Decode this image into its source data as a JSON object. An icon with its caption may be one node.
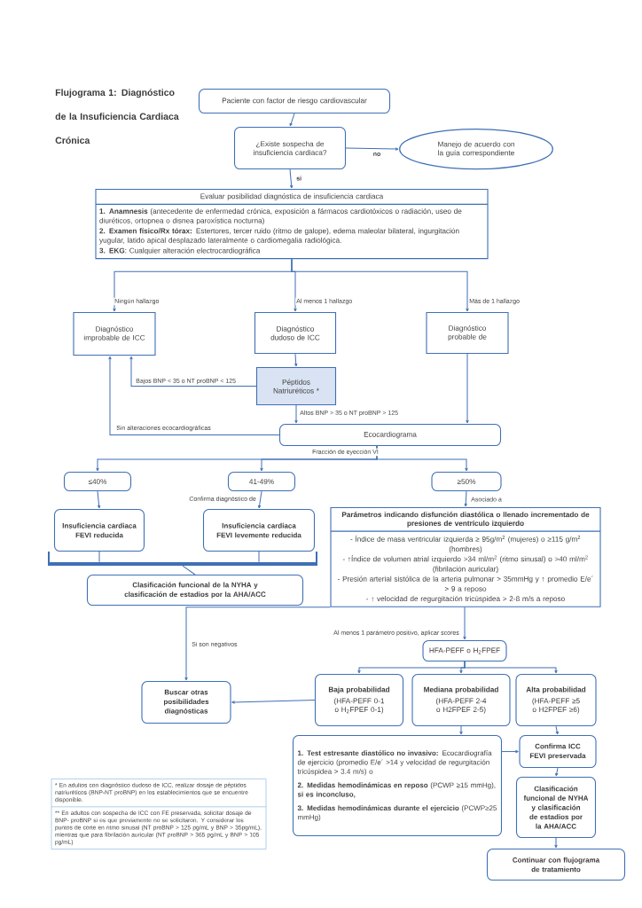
{
  "diagram": {
    "title": "Flujograma 1: Diagnóstico de la Insuficiencia Cardiaca Crónica",
    "nodes": [
      {
        "text": [
          "Paciente con factor de riesgo cardiovascular"
        ]
      },
      {
        "text": [
          "¿Existe sospecha de insuficiencia cardiaca?"
        ]
      },
      {
        "text": [
          "Manejo de acuerdo con la guía correspondiente"
        ]
      },
      {
        "text": [
          "Evaluar posibilidad diagnóstica de insuficiencia cardiaca",
          "**1.  Anamnesis** (antecedente de enfermedad crónica, exposición a fármacos cardiotóxicos o radiación, useo de diuréticos, ortopnea o disnea paroxística nocturna)",
          "**2. Examen físico/Rx tórax:** Estertores, tercer ruido (ritmo de galope), edema maleolar bilateral, ingurgitación yugular, latido apical desplazado lateralmente o cardiomegalia radiológica.",
          "**3. EKG**: Cualquier alteración electrocardiográfica"
        ]
      },
      {
        "text": [
          "Diagnóstico improbable de ICC"
        ]
      },
      {
        "text": [
          "Diagnóstico dudoso de ICC"
        ]
      },
      {
        "text": [
          "Diagnóstico probable de"
        ]
      },
      {
        "text": [
          "Péptidos Natriuréticos *"
        ]
      },
      {
        "text": [
          "Ecocardiograma"
        ]
      },
      {
        "text": [
          "≤40%"
        ]
      },
      {
        "text": [
          "41-49%"
        ]
      },
      {
        "text": [
          "≥50%"
        ]
      },
      {
        "text": [
          "Insuficiencia cardiaca FEVI reducida"
        ]
      },
      {
        "text": [
          "Insuficiencia cardiaca FEVI levemente reducida"
        ]
      },
      {
        "text": [
          "Clasificación funcional de la NYHA y clasificación de estadios por la AHA/ACC"
        ]
      },
      {
        "text": [
          "Parámetros indicando disfunción diastólica o llenado incrementado de presiones de ventrículo izquierdo",
          "- Índice de masa ventricular izquierda ≥ 95g/m$^{2}$ (mujeres) o ≥115 g/m$^{2}$ (hombres)",
          "- ↑Índice de volumen atrial izquierdo >34 ml/m$^{2}$ (ritmo sinusal) o >40 ml/m$^{2}$ (fibrilación auricular)",
          "- Presión arterial sistólica de la arteria pulmonar > 35mmHg y ↑ promedio E/e´ > 9 a reposo",
          "- ↑ velocidad de regurgitación tricúspidea > 2-8 m/s a reposo"
        ]
      },
      {
        "text": [
          "HFA-PEFF o H$_{2}$FPEF"
        ]
      },
      {
        "text": [
          "Buscar otras posibilidades diagnósticas"
        ]
      },
      {
        "text": [
          "Baja probabilidad",
          "(HFA-PEFF 0-1 o H$_{2}$FPEF 0-1)"
        ]
      },
      {
        "text": [
          "Mediana probabilidad",
          "(HFA-PEFF 2-4 o H2FPEF 2-5)"
        ]
      },
      {
        "text": [
          "Alta probabilidad",
          "(HFA-PEFF ≥5 o H2FPEF ≥6)"
        ]
      },
      {
        "text": [
          "**1. Test estresante diastólico no invasivo:** Ecocardiografía de ejercicio (promedio E/e´ >14 y velocidad de regurgitación tricúspidea > 3.4 m/s) o",
          "**2. Medidas hemodinámicas en reposo** (PCWP ≥15 mmHg), **si es inconcluso,**",
          "**3. Medidas hemodinámicas durante el ejercicio** (PCWP≥25 mmHg)"
        ]
      },
      {
        "text": [
          "Confirma ICC FEVI preservada"
        ]
      },
      {
        "text": [
          "Clasificación funcional de NYHA y clasificación de estadios por la AHA/ACC"
        ]
      },
      {
        "text": [
          "Continuar con flujograma de tratamiento"
        ]
      },
      {
        "text": [
          "* En adultos con diagnóstico dudoso de ICC, realizar dosaje de péptidos natriuréticos (BNP-NT proBNP) en los establecimientos que se encuentre disponible.",
          "** En adultos con sospecha de ICC con FE preservada, solicitar dosaje de BNP- proBNP si es que previamente no se solicitaron. Y considerar los puntos de corte en ritmo sinusal (NT proBNP > 125 pg/mL y BNP > 35pg/mL), mientras que para fibrilación auricular (NT proBNP > 365 pg/mL y BNP > 105 pg/mL)"
        ]
      },
      {
        "text": [],
        "shape": "bar"
      }
    ],
    "edges": [
      {
        "from": 0,
        "to": 1,
        "arrow": "to"
      },
      {
        "from": 1,
        "to": 2,
        "arrow": "to",
        "label": "no"
      },
      {
        "from": 1,
        "to": 3,
        "arrow": "to",
        "label": "si"
      },
      {
        "from": 3,
        "to": 4,
        "arrow": "to",
        "label": "Ningún hallazgo"
      },
      {
        "from": 3,
        "to": 5,
        "arrow": "to",
        "label": "Al menos 1 hallazgo"
      },
      {
        "from": 3,
        "to": 6,
        "arrow": "to",
        "label": "Más de 1 hallazgo"
      },
      {
        "from": 5,
        "to": 7,
        "arrow": "to"
      },
      {
        "from": 7,
        "to": 4,
        "arrow": "to",
        "label": "Bajos BNP < 35 o NT proBNP < 125"
      },
      {
        "from": 7,
        "to": 8,
        "arrow": "to",
        "label": "Altos BNP > 35 o NT proBNP > 125"
      },
      {
        "from": 6,
        "to": 8,
        "arrow": "to"
      },
      {
        "from": 8,
        "to": 4,
        "arrow": "to",
        "label": "Sin alteraciones ecocardiográficas"
      },
      {
        "from": 8,
        "to": 9,
        "arrow": "to",
        "label": "Fracción de eyección VI"
      },
      {
        "from": 8,
        "to": 10,
        "arrow": "to"
      },
      {
        "from": 8,
        "to": 11,
        "arrow": "to"
      },
      {
        "from": 9,
        "to": 12,
        "arrow": "to"
      },
      {
        "from": 10,
        "to": 13,
        "arrow": "to",
        "label": "Confirma diagnóstico de"
      },
      {
        "from": 11,
        "to": 15,
        "arrow": "to",
        "label": "Asociado a"
      },
      {
        "from": 12,
        "to": 26,
        "arrow": "none"
      },
      {
        "from": 13,
        "to": 26,
        "arrow": "none"
      },
      {
        "from": 15,
        "to": 16,
        "arrow": "to",
        "label": "Al menos 1 parámetro positivo, aplicar scores"
      },
      {
        "from": 15,
        "to": 17,
        "arrow": "to",
        "label": "Si son negativos"
      },
      {
        "from": 16,
        "to": 18,
        "arrow": "to"
      },
      {
        "from": 16,
        "to": 19,
        "arrow": "to"
      },
      {
        "from": 16,
        "to": 20,
        "arrow": "to"
      },
      {
        "from": 18,
        "to": 17,
        "arrow": "to"
      },
      {
        "from": 19,
        "to": 21,
        "arrow": "to"
      },
      {
        "from": 20,
        "to": 22,
        "arrow": "to"
      },
      {
        "from": 21,
        "to": 22,
        "arrow": "to"
      },
      {
        "from": 22,
        "to": 23,
        "arrow": "to"
      },
      {
        "from": 23,
        "to": 24,
        "arrow": "to"
      },
      {
        "from": 26,
        "to": 14,
        "arrow": "none"
      }
    ]
  }
}
